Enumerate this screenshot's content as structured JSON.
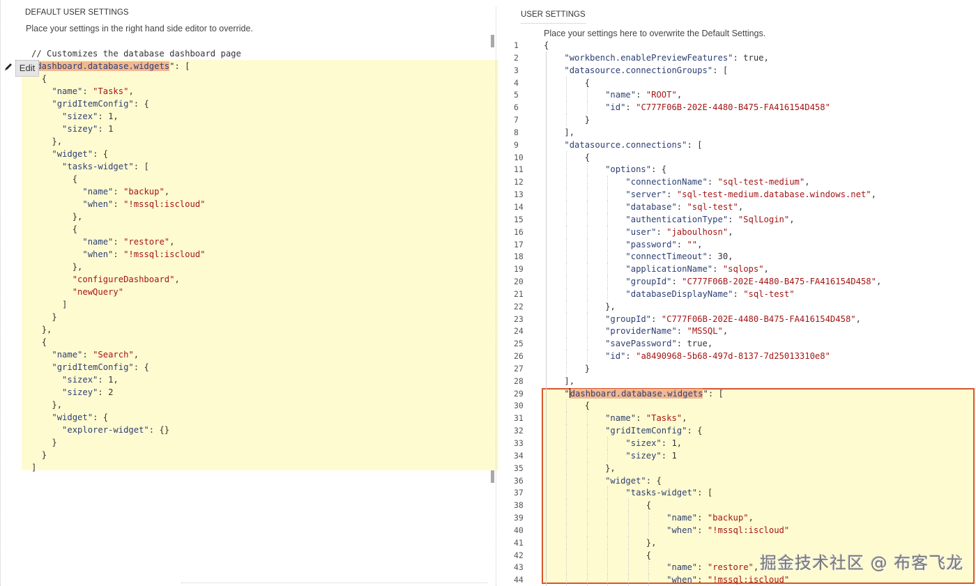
{
  "colors": {
    "highlight_bg": "#fffbd0",
    "selection_bg": "#f3b891",
    "red_box": "#d9542b",
    "key": "#2d3f73",
    "string": "#a31515"
  },
  "default_settings": {
    "title": "DEFAULT USER SETTINGS",
    "subtitle": "Place your settings in the right hand side editor to override.",
    "comment": "// Customizes the database dashboard page",
    "edit_button": "Edit",
    "edit_icon": "pencil-icon",
    "lines": [
      {
        "indent": 0,
        "parts": [
          [
            "p",
            "\""
          ],
          [
            "sel key",
            "dashboard.database.widgets"
          ],
          [
            "p",
            "\": ["
          ]
        ]
      },
      {
        "indent": 1,
        "parts": [
          [
            "p",
            "{"
          ]
        ]
      },
      {
        "indent": 2,
        "parts": [
          [
            "key",
            "\"name\""
          ],
          [
            "p",
            ": "
          ],
          [
            "str",
            "\"Tasks\""
          ],
          [
            "p",
            ","
          ]
        ]
      },
      {
        "indent": 2,
        "parts": [
          [
            "key",
            "\"gridItemConfig\""
          ],
          [
            "p",
            ": {"
          ]
        ]
      },
      {
        "indent": 3,
        "parts": [
          [
            "key",
            "\"sizex\""
          ],
          [
            "p",
            ": 1,"
          ]
        ]
      },
      {
        "indent": 3,
        "parts": [
          [
            "key",
            "\"sizey\""
          ],
          [
            "p",
            ": 1"
          ]
        ]
      },
      {
        "indent": 2,
        "parts": [
          [
            "p",
            "},"
          ]
        ]
      },
      {
        "indent": 2,
        "parts": [
          [
            "key",
            "\"widget\""
          ],
          [
            "p",
            ": {"
          ]
        ]
      },
      {
        "indent": 3,
        "parts": [
          [
            "key",
            "\"tasks-widget\""
          ],
          [
            "p",
            ": ["
          ]
        ]
      },
      {
        "indent": 4,
        "parts": [
          [
            "p",
            "{"
          ]
        ]
      },
      {
        "indent": 5,
        "parts": [
          [
            "key",
            "\"name\""
          ],
          [
            "p",
            ": "
          ],
          [
            "str",
            "\"backup\""
          ],
          [
            "p",
            ","
          ]
        ]
      },
      {
        "indent": 5,
        "parts": [
          [
            "key",
            "\"when\""
          ],
          [
            "p",
            ": "
          ],
          [
            "str",
            "\"!mssql:iscloud\""
          ]
        ]
      },
      {
        "indent": 4,
        "parts": [
          [
            "p",
            "},"
          ]
        ]
      },
      {
        "indent": 4,
        "parts": [
          [
            "p",
            "{"
          ]
        ]
      },
      {
        "indent": 5,
        "parts": [
          [
            "key",
            "\"name\""
          ],
          [
            "p",
            ": "
          ],
          [
            "str",
            "\"restore\""
          ],
          [
            "p",
            ","
          ]
        ]
      },
      {
        "indent": 5,
        "parts": [
          [
            "key",
            "\"when\""
          ],
          [
            "p",
            ": "
          ],
          [
            "str",
            "\"!mssql:iscloud\""
          ]
        ]
      },
      {
        "indent": 4,
        "parts": [
          [
            "p",
            "},"
          ]
        ]
      },
      {
        "indent": 4,
        "parts": [
          [
            "str",
            "\"configureDashboard\""
          ],
          [
            "p",
            ","
          ]
        ]
      },
      {
        "indent": 4,
        "parts": [
          [
            "str",
            "\"newQuery\""
          ]
        ]
      },
      {
        "indent": 3,
        "parts": [
          [
            "p",
            "]"
          ]
        ]
      },
      {
        "indent": 2,
        "parts": [
          [
            "p",
            "}"
          ]
        ]
      },
      {
        "indent": 1,
        "parts": [
          [
            "p",
            "},"
          ]
        ]
      },
      {
        "indent": 1,
        "parts": [
          [
            "p",
            "{"
          ]
        ]
      },
      {
        "indent": 2,
        "parts": [
          [
            "key",
            "\"name\""
          ],
          [
            "p",
            ": "
          ],
          [
            "str",
            "\"Search\""
          ],
          [
            "p",
            ","
          ]
        ]
      },
      {
        "indent": 2,
        "parts": [
          [
            "key",
            "\"gridItemConfig\""
          ],
          [
            "p",
            ": {"
          ]
        ]
      },
      {
        "indent": 3,
        "parts": [
          [
            "key",
            "\"sizex\""
          ],
          [
            "p",
            ": 1,"
          ]
        ]
      },
      {
        "indent": 3,
        "parts": [
          [
            "key",
            "\"sizey\""
          ],
          [
            "p",
            ": 2"
          ]
        ]
      },
      {
        "indent": 2,
        "parts": [
          [
            "p",
            "},"
          ]
        ]
      },
      {
        "indent": 2,
        "parts": [
          [
            "key",
            "\"widget\""
          ],
          [
            "p",
            ": {"
          ]
        ]
      },
      {
        "indent": 3,
        "parts": [
          [
            "key",
            "\"explorer-widget\""
          ],
          [
            "p",
            ": {}"
          ]
        ]
      },
      {
        "indent": 2,
        "parts": [
          [
            "p",
            "}"
          ]
        ]
      },
      {
        "indent": 1,
        "parts": [
          [
            "p",
            "}"
          ]
        ]
      },
      {
        "indent": 0,
        "parts": [
          [
            "p",
            "]"
          ]
        ]
      }
    ]
  },
  "user_settings": {
    "title": "USER SETTINGS",
    "subtitle": "Place your settings here to overwrite the Default Settings.",
    "lines": [
      {
        "n": "1",
        "indent": 0,
        "parts": [
          [
            "p",
            "{"
          ]
        ]
      },
      {
        "n": "2",
        "indent": 1,
        "parts": [
          [
            "key",
            "\"workbench.enablePreviewFeatures\""
          ],
          [
            "p",
            ": true,"
          ]
        ]
      },
      {
        "n": "3",
        "indent": 1,
        "parts": [
          [
            "key",
            "\"datasource.connectionGroups\""
          ],
          [
            "p",
            ": ["
          ]
        ]
      },
      {
        "n": "4",
        "indent": 2,
        "parts": [
          [
            "p",
            "{"
          ]
        ]
      },
      {
        "n": "5",
        "indent": 3,
        "parts": [
          [
            "key",
            "\"name\""
          ],
          [
            "p",
            ": "
          ],
          [
            "str",
            "\"ROOT\""
          ],
          [
            "p",
            ","
          ]
        ]
      },
      {
        "n": "6",
        "indent": 3,
        "parts": [
          [
            "key",
            "\"id\""
          ],
          [
            "p",
            ": "
          ],
          [
            "str",
            "\"C777F06B-202E-4480-B475-FA416154D458\""
          ]
        ]
      },
      {
        "n": "7",
        "indent": 2,
        "parts": [
          [
            "p",
            "}"
          ]
        ]
      },
      {
        "n": "8",
        "indent": 1,
        "parts": [
          [
            "p",
            "],"
          ]
        ]
      },
      {
        "n": "9",
        "indent": 1,
        "parts": [
          [
            "key",
            "\"datasource.connections\""
          ],
          [
            "p",
            ": ["
          ]
        ]
      },
      {
        "n": "10",
        "indent": 2,
        "parts": [
          [
            "p",
            "{"
          ]
        ]
      },
      {
        "n": "11",
        "indent": 3,
        "parts": [
          [
            "key",
            "\"options\""
          ],
          [
            "p",
            ": {"
          ]
        ]
      },
      {
        "n": "12",
        "indent": 4,
        "parts": [
          [
            "key",
            "\"connectionName\""
          ],
          [
            "p",
            ": "
          ],
          [
            "str",
            "\"sql-test-medium\""
          ],
          [
            "p",
            ","
          ]
        ]
      },
      {
        "n": "13",
        "indent": 4,
        "parts": [
          [
            "key",
            "\"server\""
          ],
          [
            "p",
            ": "
          ],
          [
            "str",
            "\"sql-test-medium.database.windows.net\""
          ],
          [
            "p",
            ","
          ]
        ]
      },
      {
        "n": "14",
        "indent": 4,
        "parts": [
          [
            "key",
            "\"database\""
          ],
          [
            "p",
            ": "
          ],
          [
            "str",
            "\"sql-test\""
          ],
          [
            "p",
            ","
          ]
        ]
      },
      {
        "n": "15",
        "indent": 4,
        "parts": [
          [
            "key",
            "\"authenticationType\""
          ],
          [
            "p",
            ": "
          ],
          [
            "str",
            "\"SqlLogin\""
          ],
          [
            "p",
            ","
          ]
        ]
      },
      {
        "n": "16",
        "indent": 4,
        "parts": [
          [
            "key",
            "\"user\""
          ],
          [
            "p",
            ": "
          ],
          [
            "str",
            "\"jaboulhosn\""
          ],
          [
            "p",
            ","
          ]
        ]
      },
      {
        "n": "17",
        "indent": 4,
        "parts": [
          [
            "key",
            "\"password\""
          ],
          [
            "p",
            ": "
          ],
          [
            "str",
            "\"\""
          ],
          [
            "p",
            ","
          ]
        ]
      },
      {
        "n": "18",
        "indent": 4,
        "parts": [
          [
            "key",
            "\"connectTimeout\""
          ],
          [
            "p",
            ": 30,"
          ]
        ]
      },
      {
        "n": "19",
        "indent": 4,
        "parts": [
          [
            "key",
            "\"applicationName\""
          ],
          [
            "p",
            ": "
          ],
          [
            "str",
            "\"sqlops\""
          ],
          [
            "p",
            ","
          ]
        ]
      },
      {
        "n": "20",
        "indent": 4,
        "parts": [
          [
            "key",
            "\"groupId\""
          ],
          [
            "p",
            ": "
          ],
          [
            "str",
            "\"C777F06B-202E-4480-B475-FA416154D458\""
          ],
          [
            "p",
            ","
          ]
        ]
      },
      {
        "n": "21",
        "indent": 4,
        "parts": [
          [
            "key",
            "\"databaseDisplayName\""
          ],
          [
            "p",
            ": "
          ],
          [
            "str",
            "\"sql-test\""
          ]
        ]
      },
      {
        "n": "22",
        "indent": 3,
        "parts": [
          [
            "p",
            "},"
          ]
        ]
      },
      {
        "n": "23",
        "indent": 3,
        "parts": [
          [
            "key",
            "\"groupId\""
          ],
          [
            "p",
            ": "
          ],
          [
            "str",
            "\"C777F06B-202E-4480-B475-FA416154D458\""
          ],
          [
            "p",
            ","
          ]
        ]
      },
      {
        "n": "24",
        "indent": 3,
        "parts": [
          [
            "key",
            "\"providerName\""
          ],
          [
            "p",
            ": "
          ],
          [
            "str",
            "\"MSSQL\""
          ],
          [
            "p",
            ","
          ]
        ]
      },
      {
        "n": "25",
        "indent": 3,
        "parts": [
          [
            "key",
            "\"savePassword\""
          ],
          [
            "p",
            ": true,"
          ]
        ]
      },
      {
        "n": "26",
        "indent": 3,
        "parts": [
          [
            "key",
            "\"id\""
          ],
          [
            "p",
            ": "
          ],
          [
            "str",
            "\"a8490968-5b68-497d-8137-7d25013310e8\""
          ]
        ]
      },
      {
        "n": "27",
        "indent": 2,
        "parts": [
          [
            "p",
            "}"
          ]
        ]
      },
      {
        "n": "28",
        "indent": 1,
        "parts": [
          [
            "p",
            "],"
          ]
        ]
      },
      {
        "n": "29",
        "indent": 1,
        "parts": [
          [
            "p",
            "\""
          ],
          [
            "cursor",
            ""
          ],
          [
            "sel key",
            "dashboard.database.widgets"
          ],
          [
            "p",
            "\": ["
          ]
        ]
      },
      {
        "n": "30",
        "indent": 2,
        "parts": [
          [
            "p",
            "{"
          ]
        ]
      },
      {
        "n": "31",
        "indent": 3,
        "parts": [
          [
            "key",
            "\"name\""
          ],
          [
            "p",
            ": "
          ],
          [
            "str",
            "\"Tasks\""
          ],
          [
            "p",
            ","
          ]
        ]
      },
      {
        "n": "32",
        "indent": 3,
        "parts": [
          [
            "key",
            "\"gridItemConfig\""
          ],
          [
            "p",
            ": {"
          ]
        ]
      },
      {
        "n": "33",
        "indent": 4,
        "parts": [
          [
            "key",
            "\"sizex\""
          ],
          [
            "p",
            ": 1,"
          ]
        ]
      },
      {
        "n": "34",
        "indent": 4,
        "parts": [
          [
            "key",
            "\"sizey\""
          ],
          [
            "p",
            ": 1"
          ]
        ]
      },
      {
        "n": "35",
        "indent": 3,
        "parts": [
          [
            "p",
            "},"
          ]
        ]
      },
      {
        "n": "36",
        "indent": 3,
        "parts": [
          [
            "key",
            "\"widget\""
          ],
          [
            "p",
            ": {"
          ]
        ]
      },
      {
        "n": "37",
        "indent": 4,
        "parts": [
          [
            "key",
            "\"tasks-widget\""
          ],
          [
            "p",
            ": ["
          ]
        ]
      },
      {
        "n": "38",
        "indent": 5,
        "parts": [
          [
            "p",
            "{"
          ]
        ]
      },
      {
        "n": "39",
        "indent": 6,
        "parts": [
          [
            "key",
            "\"name\""
          ],
          [
            "p",
            ": "
          ],
          [
            "str",
            "\"backup\""
          ],
          [
            "p",
            ","
          ]
        ]
      },
      {
        "n": "40",
        "indent": 6,
        "parts": [
          [
            "key",
            "\"when\""
          ],
          [
            "p",
            ": "
          ],
          [
            "str",
            "\"!mssql:iscloud\""
          ]
        ]
      },
      {
        "n": "41",
        "indent": 5,
        "parts": [
          [
            "p",
            "},"
          ]
        ]
      },
      {
        "n": "42",
        "indent": 5,
        "parts": [
          [
            "p",
            "{"
          ]
        ]
      },
      {
        "n": "43",
        "indent": 6,
        "parts": [
          [
            "key",
            "\"name\""
          ],
          [
            "p",
            ": "
          ],
          [
            "str",
            "\"restore\""
          ],
          [
            "p",
            ","
          ]
        ]
      },
      {
        "n": "44",
        "indent": 6,
        "parts": [
          [
            "key",
            "\"when\""
          ],
          [
            "p",
            ": "
          ],
          [
            "str",
            "\"!mssql:iscloud\""
          ]
        ]
      }
    ]
  },
  "watermark": "掘金技术社区 @ 布客飞龙"
}
